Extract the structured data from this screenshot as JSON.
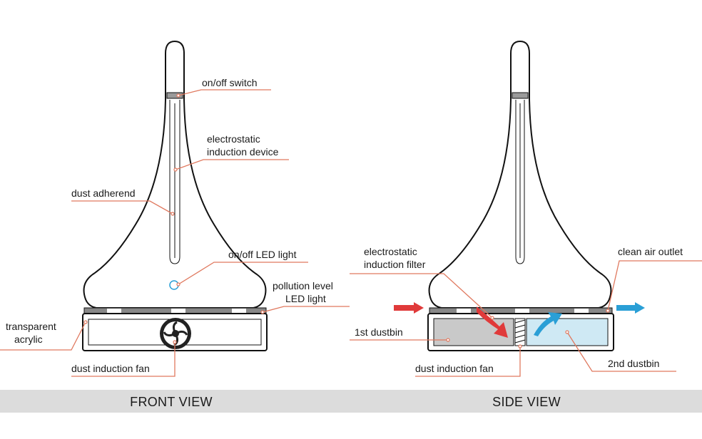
{
  "front_view": {
    "caption": "FRONT VIEW",
    "labels": {
      "on_off_switch": "on/off switch",
      "electrostatic_device_1": "electrostatic",
      "electrostatic_device_2": "induction device",
      "dust_adherend": "dust adherend",
      "on_off_led": "on/off LED light",
      "pollution_led_1": "pollution level",
      "pollution_led_2": "LED light",
      "transparent_acrylic_1": "transparent",
      "transparent_acrylic_2": "acrylic",
      "dust_induction_fan": "dust induction fan"
    }
  },
  "side_view": {
    "caption": "SIDE VIEW",
    "labels": {
      "filter_1": "electrostatic",
      "filter_2": "induction filter",
      "clean_air_outlet": "clean air outlet",
      "dustbin_1": "1st dustbin",
      "dustbin_2": "2nd  dustbin",
      "dust_induction_fan": "dust induction fan"
    }
  },
  "colors": {
    "leader": "#e0795f",
    "inflow_arrow": "#e03a3a",
    "outflow_arrow": "#2a9fd6",
    "dustbin_1_fill": "#c9c9c9",
    "dustbin_2_fill": "#cfe9f4",
    "caption_band": "#dcdcdc"
  }
}
